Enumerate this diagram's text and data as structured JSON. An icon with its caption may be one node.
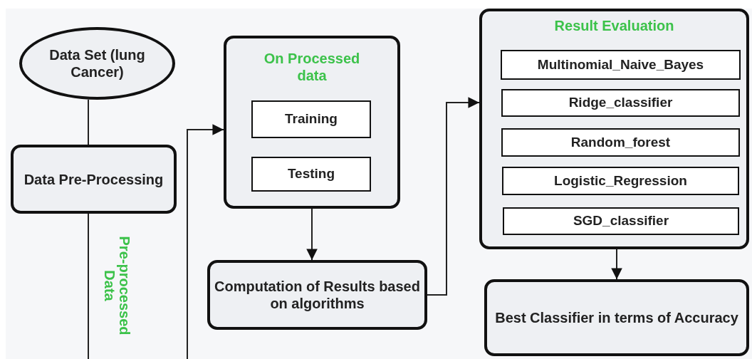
{
  "diagram": {
    "nodes": [
      {
        "text": [
          "Data Set (lung Cancer)"
        ]
      },
      {
        "text": [
          "Data Pre-Processing"
        ]
      },
      {
        "text": [
          "On Processed data"
        ]
      },
      {
        "text": [
          "Training"
        ],
        "in": 2
      },
      {
        "text": [
          "Testing"
        ],
        "in": 2
      },
      {
        "text": [
          "Computation of Results based on algorithms"
        ]
      },
      {
        "text": [
          "Result Evaluation"
        ]
      },
      {
        "text": [
          "Multinomial_Naive_Bayes"
        ],
        "in": 6
      },
      {
        "text": [
          "Ridge_classifier"
        ],
        "in": 6
      },
      {
        "text": [
          "Random_forest"
        ],
        "in": 6
      },
      {
        "text": [
          "Logistic_Regression"
        ],
        "in": 6
      },
      {
        "text": [
          "SGD_classifier"
        ],
        "in": 6
      },
      {
        "text": [
          "Best Classifier in terms of Accuracy"
        ]
      }
    ],
    "edges": [
      {
        "from": 0,
        "to": 1,
        "arrow": "none"
      },
      {
        "from": 1,
        "to": null,
        "arrow": "none",
        "label": "Pre-processed Data"
      },
      {
        "from": null,
        "to": 2,
        "arrow": "to"
      },
      {
        "from": 2,
        "to": 5,
        "arrow": "to"
      },
      {
        "from": 5,
        "to": 6,
        "arrow": "to"
      },
      {
        "from": 6,
        "to": 12,
        "arrow": "to"
      }
    ]
  }
}
